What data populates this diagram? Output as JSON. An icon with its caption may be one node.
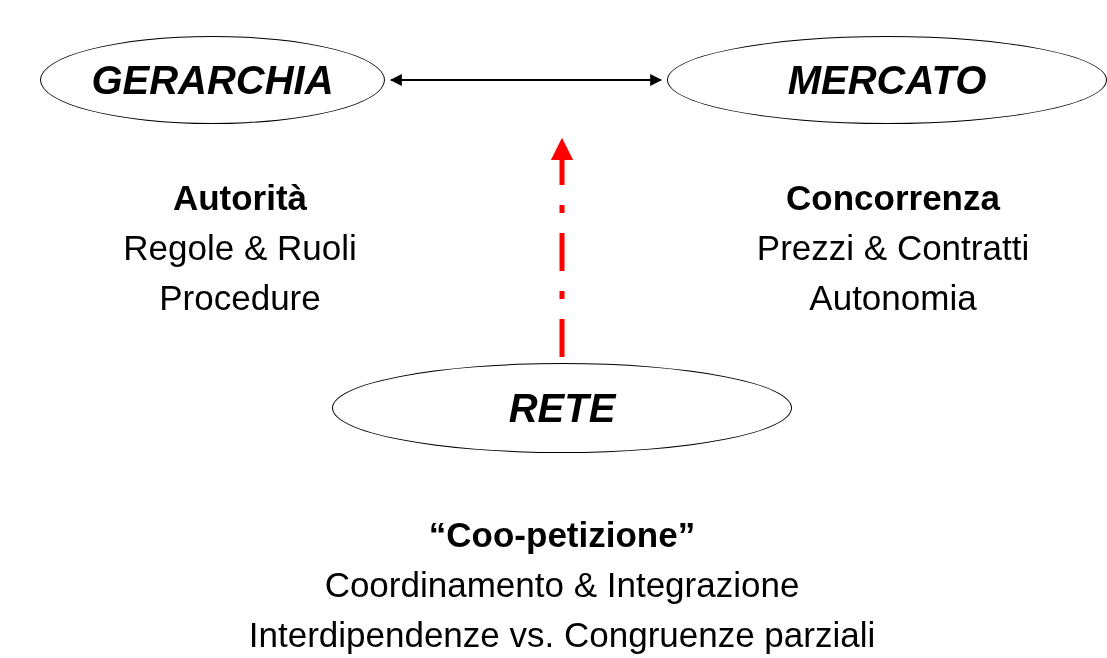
{
  "diagram": {
    "nodes": [
      {
        "text": [
          "GERARCHIA"
        ],
        "beside": [
          "Autorità",
          "Regole & Ruoli",
          "Procedure"
        ]
      },
      {
        "text": [
          "MERCATO"
        ],
        "beside": [
          "Concorrenza",
          "Prezzi & Contratti",
          "Autonomia"
        ]
      },
      {
        "text": [
          "RETE"
        ],
        "beside": [
          "“**Coo-petizione**”",
          "Coordinamento & Integrazione",
          "Interdipendenze vs. Congruenze parziali"
        ]
      }
    ],
    "edges": [
      {
        "from": 0,
        "to": 1,
        "arrow": "both"
      },
      {
        "from": 2,
        "to": null,
        "arrow": "to",
        "style": "dashed",
        "color": "#ff0000"
      }
    ]
  }
}
